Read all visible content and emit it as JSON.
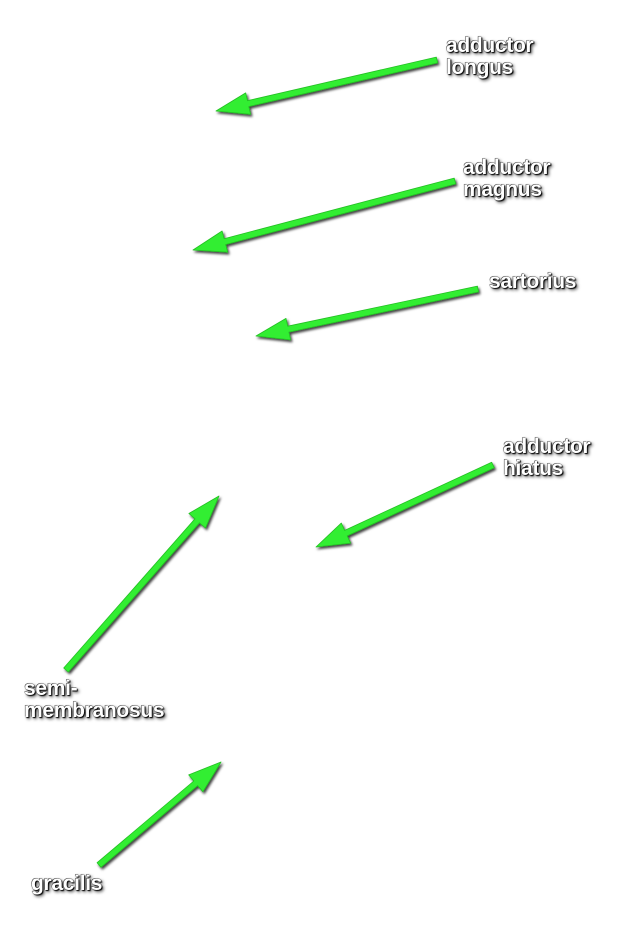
{
  "colors": {
    "background": "#ffffff",
    "arrow": "#33ee33",
    "arrow_shadow": "#222222",
    "label_text": "#ffffff"
  },
  "labels": {
    "adductor_longus": {
      "line1": "adductor",
      "line2": "longus"
    },
    "adductor_magnus": {
      "line1": "adductor",
      "line2": "magnus"
    },
    "sartorius": {
      "line1": "sartorius"
    },
    "adductor_hiatus": {
      "line1": "adductor",
      "line2": "hiatus"
    },
    "semimembranosus": {
      "line1": "semi-",
      "line2": "membranosus"
    },
    "gracilis": {
      "line1": "gracilis"
    }
  }
}
